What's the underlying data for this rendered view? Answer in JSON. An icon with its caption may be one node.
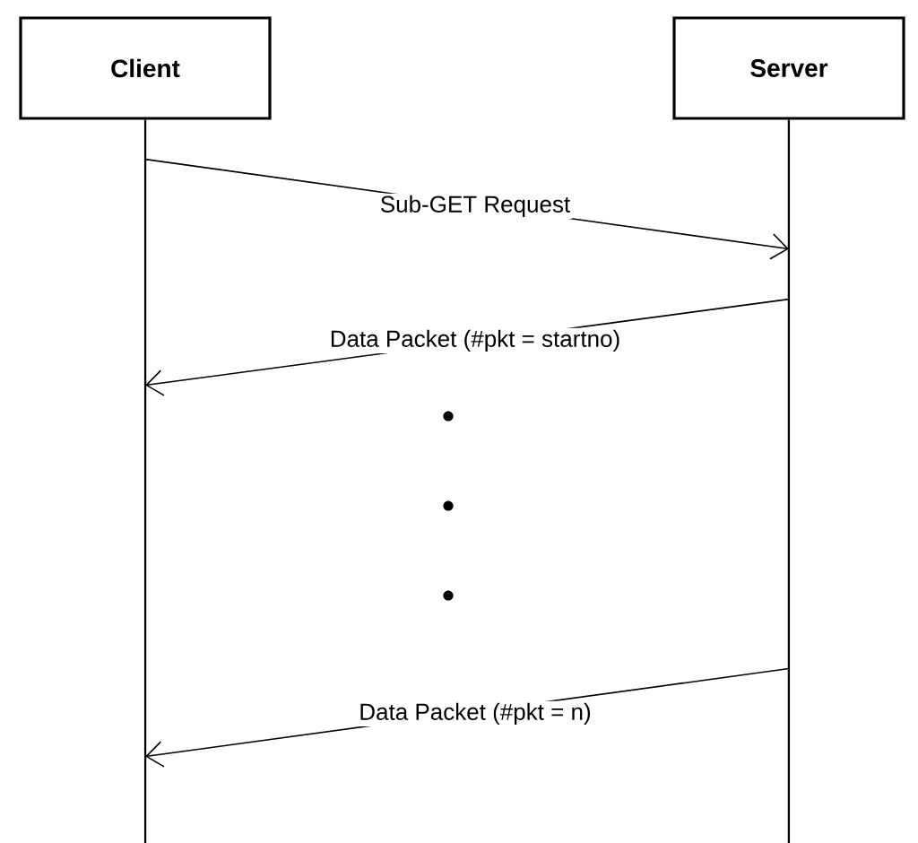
{
  "diagram": {
    "nodes": [
      {
        "text": [
          "Client"
        ]
      },
      {
        "text": [
          "Server"
        ]
      }
    ],
    "edges": [
      {
        "from": 0,
        "to": 1,
        "arrow": "to",
        "label": "Sub-GET Request"
      },
      {
        "from": 1,
        "to": 0,
        "arrow": "to",
        "label": "Data Packet (#pkt = startno)"
      },
      {
        "from": 1,
        "to": 0,
        "arrow": "to",
        "label": "Data Packet (#pkt = n)"
      }
    ]
  }
}
